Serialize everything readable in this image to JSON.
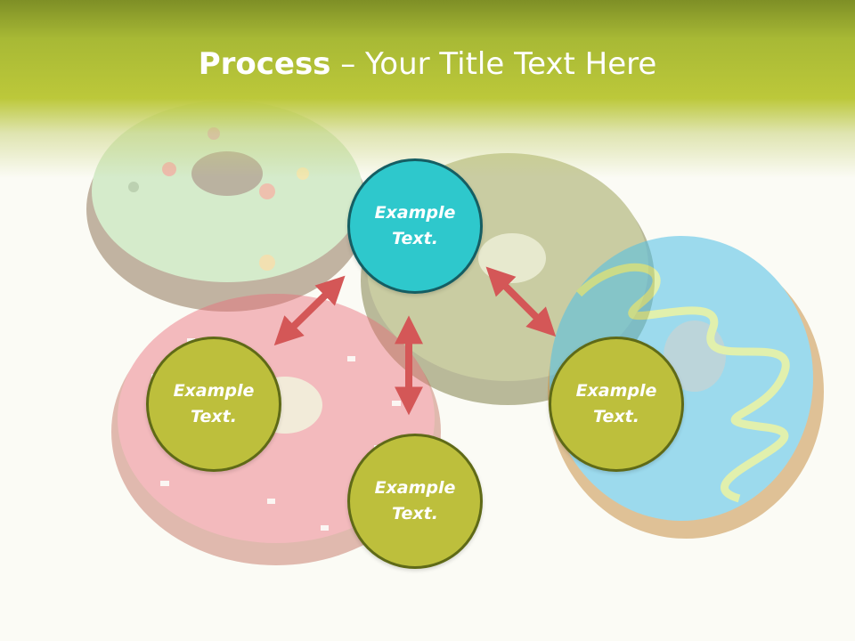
{
  "slide": {
    "title_bold": "Process",
    "title_rest": " – Your Title Text Here"
  },
  "diagram": {
    "nodes": [
      {
        "id": "top",
        "label": "Example Text.",
        "color": "#2ec8cc"
      },
      {
        "id": "left",
        "label": "Example Text.",
        "color": "#bdbf3c"
      },
      {
        "id": "bottom",
        "label": "Example Text.",
        "color": "#bdbf3c"
      },
      {
        "id": "right",
        "label": "Example Text.",
        "color": "#bdbf3c"
      }
    ],
    "arrow_color": "#d45757"
  }
}
